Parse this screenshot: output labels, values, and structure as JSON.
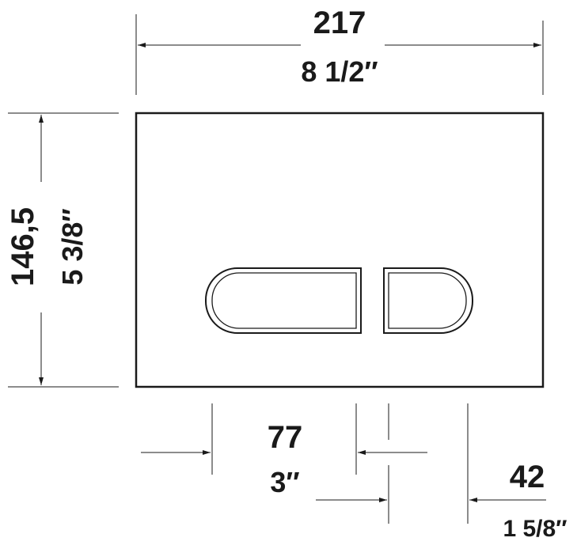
{
  "dimensions": {
    "width_mm": "217",
    "width_in": "8 1/2″",
    "height_mm": "146,5",
    "height_in": "5 3/8″",
    "button_width_mm": "77",
    "button_width_in": "3″",
    "offset_mm": "42",
    "offset_in": "1 5/8″"
  }
}
